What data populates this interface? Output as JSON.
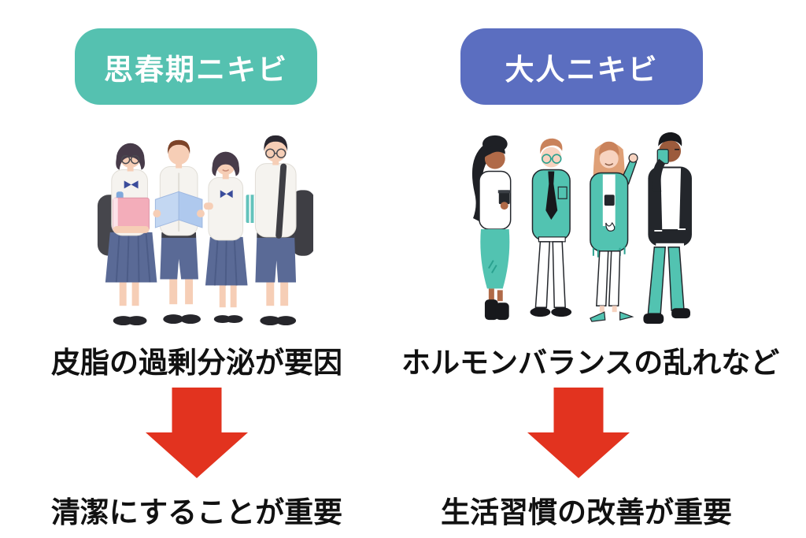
{
  "diagram_title": "",
  "colors": {
    "teen_badge": "#55C1B0",
    "adult_badge": "#5B6EC0",
    "arrow": "#E2331F",
    "text": "#111111",
    "background": "#FFFFFF",
    "illustration_teal": "#52C3B1",
    "uniform_navy": "#5A6A96"
  },
  "columns": {
    "teen": {
      "badge_label": "思春期ニキビ",
      "illustration": "students-illustration",
      "cause_text": "皮脂の過剰分泌が要因",
      "conclusion_text": "清潔にすることが重要"
    },
    "adult": {
      "badge_label": "大人ニキビ",
      "illustration": "adults-illustration",
      "cause_text": "ホルモンバランスの乱れなど",
      "conclusion_text": "生活習慣の改善が重要"
    }
  }
}
